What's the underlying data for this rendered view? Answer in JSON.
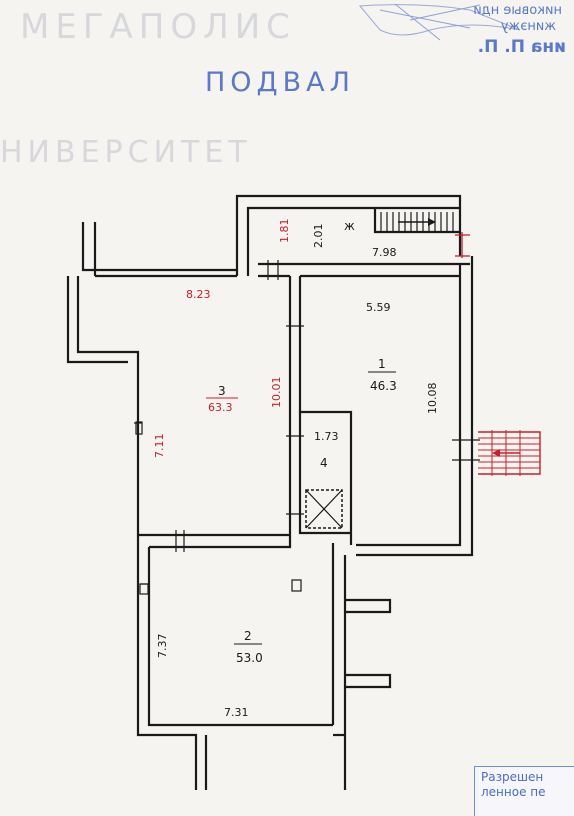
{
  "title": "ПОДВАЛ",
  "watermarks": {
    "top": "МЕГАПОЛИС",
    "middle": "НИВЕРСИТЕТ"
  },
  "stamp": {
    "line1": "никовые нди",
    "line2": "жинэжу",
    "line3": "ина П. П."
  },
  "rooms": [
    {
      "number": "1",
      "area": "46.3"
    },
    {
      "number": "2",
      "area": "53.0"
    },
    {
      "number": "3",
      "area": "63.3"
    },
    {
      "number": "4",
      "area": ""
    }
  ],
  "corridor_mark": "ж",
  "dimensions": {
    "top_corridor_height": "2.01",
    "top_corridor_width": "7.98",
    "top_corridor_red": "1.81",
    "room1_width": "5.59",
    "room1_height": "10.08",
    "room3_width": "8.23",
    "room3_height": "10.01",
    "room3_left": "7.11",
    "room4_width": "1.73",
    "room2_height": "7.37",
    "room2_width": "7.31"
  },
  "note": {
    "line1": "Разрешен",
    "line2": "ленное пе"
  },
  "colors": {
    "stamp_blue": "#5b78c9",
    "dim_red": "#c8202a",
    "wall": "#1a1a1a"
  }
}
